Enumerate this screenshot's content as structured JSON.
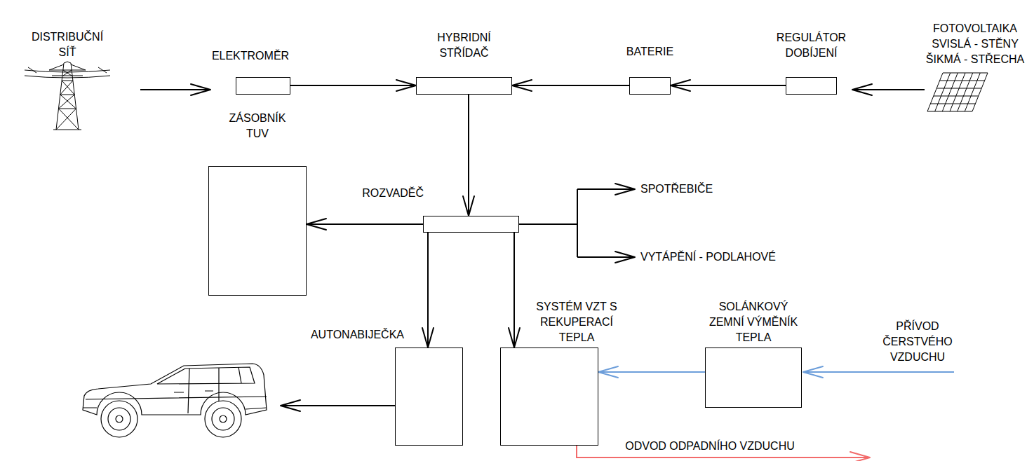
{
  "diagram": {
    "nodes": [
      {
        "text": [
          "ELEKTROMĚR"
        ]
      },
      {
        "text": [
          "HYBRIDNÍ STŘÍDAČ"
        ]
      },
      {
        "text": [
          "BATERIE"
        ]
      },
      {
        "text": [
          "REGULÁTOR DOBÍJENÍ"
        ]
      },
      {
        "text": [
          "ZÁSOBNÍK TUV"
        ]
      },
      {
        "text": [
          "ROZVADĚČ"
        ]
      },
      {
        "text": [
          "AUTONABIJEČKA"
        ]
      },
      {
        "text": [
          "SYSTÉM VZT S REKUPERACÍ TEPLA"
        ]
      },
      {
        "text": [
          "SOLÁNKOVÝ ZEMNÍ VÝMĚNÍK TEPLA"
        ]
      }
    ],
    "edges": [
      {
        "from": 0,
        "to": 1,
        "arrow": "to"
      },
      {
        "from": 2,
        "to": 1,
        "arrow": "to"
      },
      {
        "from": 3,
        "to": 2,
        "arrow": "to"
      },
      {
        "from": 1,
        "to": 5,
        "arrow": "to"
      },
      {
        "from": 5,
        "to": 4,
        "arrow": "to"
      },
      {
        "from": 5,
        "to": 6,
        "arrow": "to"
      },
      {
        "from": 5,
        "to": 7,
        "arrow": "to"
      },
      {
        "from": 8,
        "to": 7,
        "arrow": "to"
      }
    ],
    "labels": [
      "DISTRIBUČNÍ SÍŤ",
      "FOTOVOLTAIKA SVISLÁ - STĚNY ŠIKMÁ - STŘECHA",
      "SPOTŘEBIČE",
      "VYTÁPĚNÍ - PODLAHOVÉ",
      "PŘÍVOD ČERSTVÉHO VZDUCHU",
      "ODVOD ODPADNÍHO VZDUCHU"
    ]
  }
}
